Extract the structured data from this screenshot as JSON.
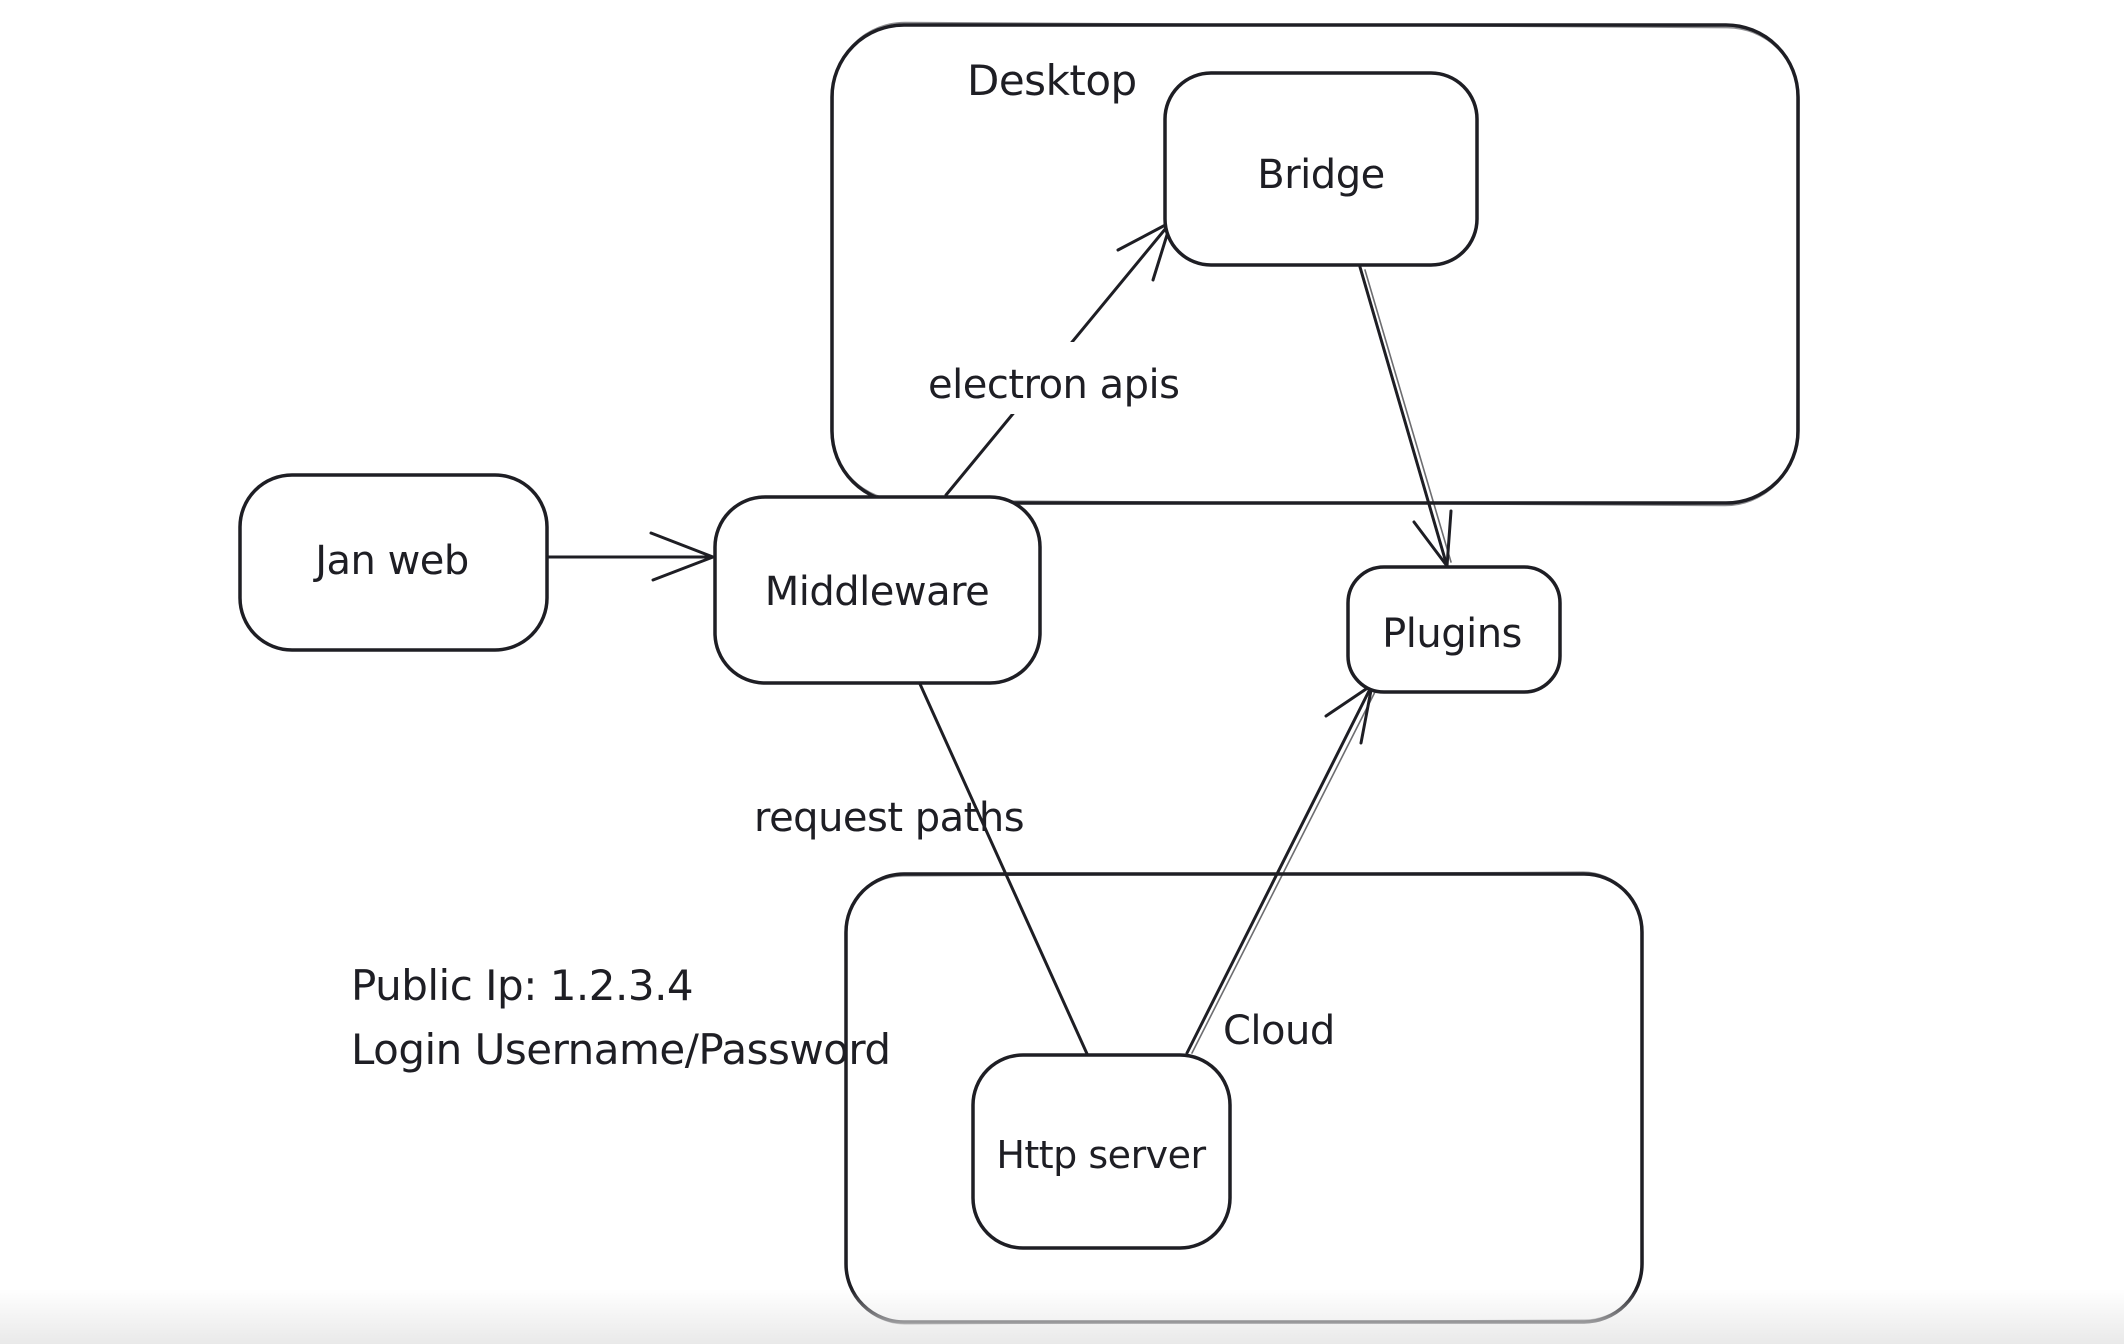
{
  "canvas": {
    "background": "#ffffff",
    "stroke_color": "#1e1e24",
    "containers": [
      {
        "id": "desktop",
        "label": "Desktop"
      },
      {
        "id": "cloud",
        "label": "Cloud"
      }
    ],
    "nodes": [
      {
        "id": "jan-web",
        "label": "Jan web",
        "inside": null
      },
      {
        "id": "middleware",
        "label": "Middleware",
        "inside": null
      },
      {
        "id": "bridge",
        "label": "Bridge",
        "inside": "Desktop"
      },
      {
        "id": "plugins",
        "label": "Plugins",
        "inside": null
      },
      {
        "id": "http-server",
        "label": "Http server",
        "inside": "Cloud"
      }
    ],
    "edge_labels": [
      {
        "id": "electron-apis",
        "label": "electron apis"
      },
      {
        "id": "request-paths",
        "label": "request paths"
      }
    ],
    "edges": [
      {
        "id": "janweb-to-middleware",
        "from": "Jan web",
        "to": "Middleware",
        "arrowhead": "open"
      },
      {
        "id": "middleware-to-bridge",
        "from": "Middleware",
        "to": "Bridge",
        "arrowhead": "open",
        "label": "electron apis"
      },
      {
        "id": "bridge-to-plugins",
        "from": "Bridge",
        "to": "Plugins",
        "arrowhead": "open"
      },
      {
        "id": "middleware-to-httpserver",
        "from": "Middleware",
        "to": "Http server",
        "arrowhead": "none",
        "label": "request paths"
      },
      {
        "id": "httpserver-to-plugins",
        "from": "Http server",
        "to": "Plugins",
        "arrowhead": "open"
      }
    ],
    "notes": [
      {
        "id": "public-ip",
        "text": "Public Ip: 1.2.3.4"
      },
      {
        "id": "login",
        "text": "Login Username/Password"
      }
    ]
  }
}
